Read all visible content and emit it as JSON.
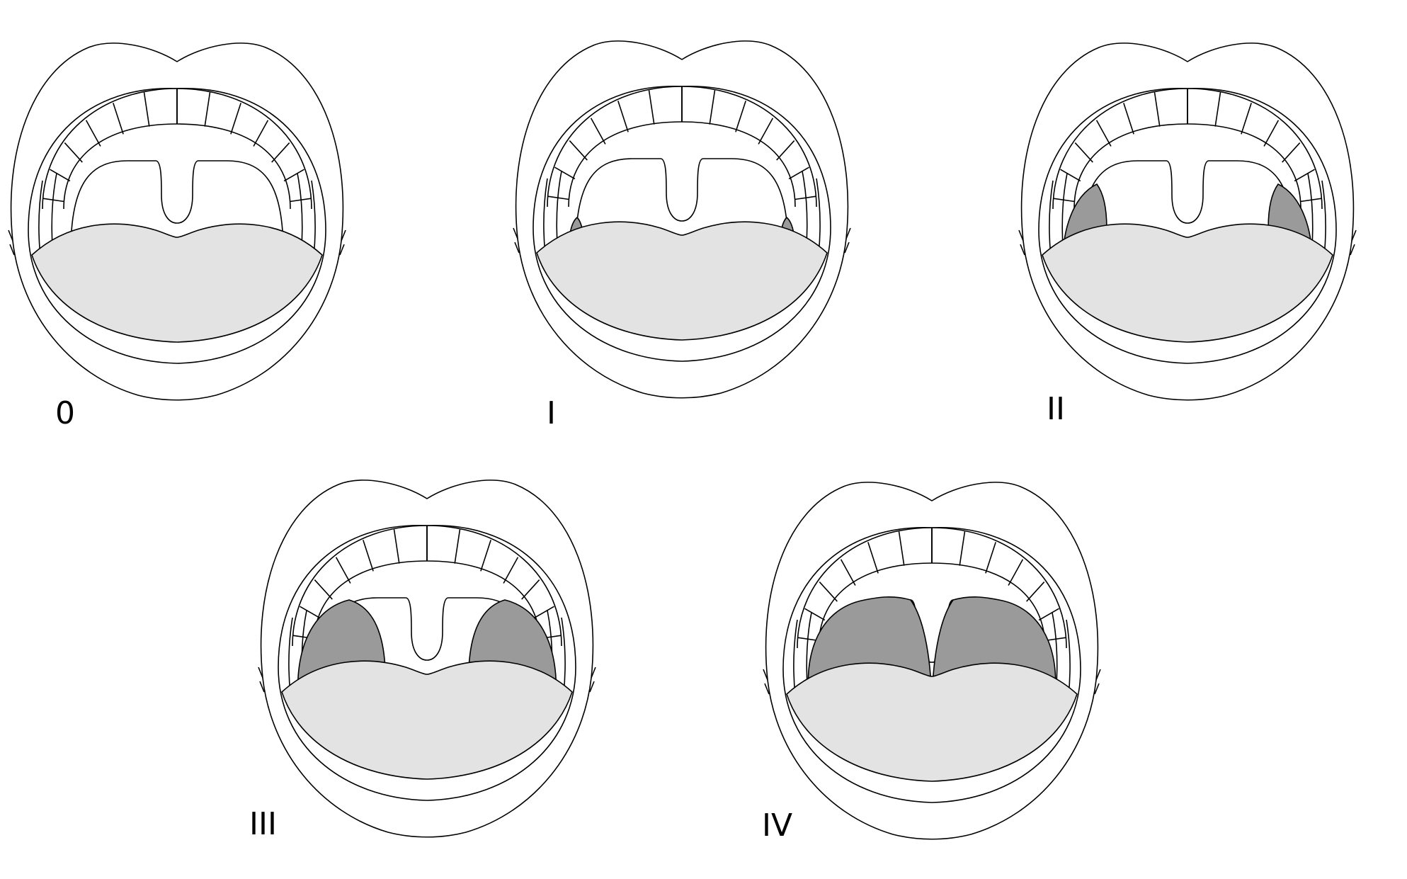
{
  "figure": {
    "colors": {
      "line": "#000000",
      "tongue_fill": "#e3e3e3",
      "tonsil_fill": "#9a9a9a",
      "background": "#ffffff"
    },
    "diagrams": [
      {
        "label": "0",
        "tonsil_size": 0
      },
      {
        "label": "I",
        "tonsil_size": 1
      },
      {
        "label": "II",
        "tonsil_size": 2
      },
      {
        "label": "III",
        "tonsil_size": 3
      },
      {
        "label": "IV",
        "tonsil_size": 4
      }
    ]
  }
}
